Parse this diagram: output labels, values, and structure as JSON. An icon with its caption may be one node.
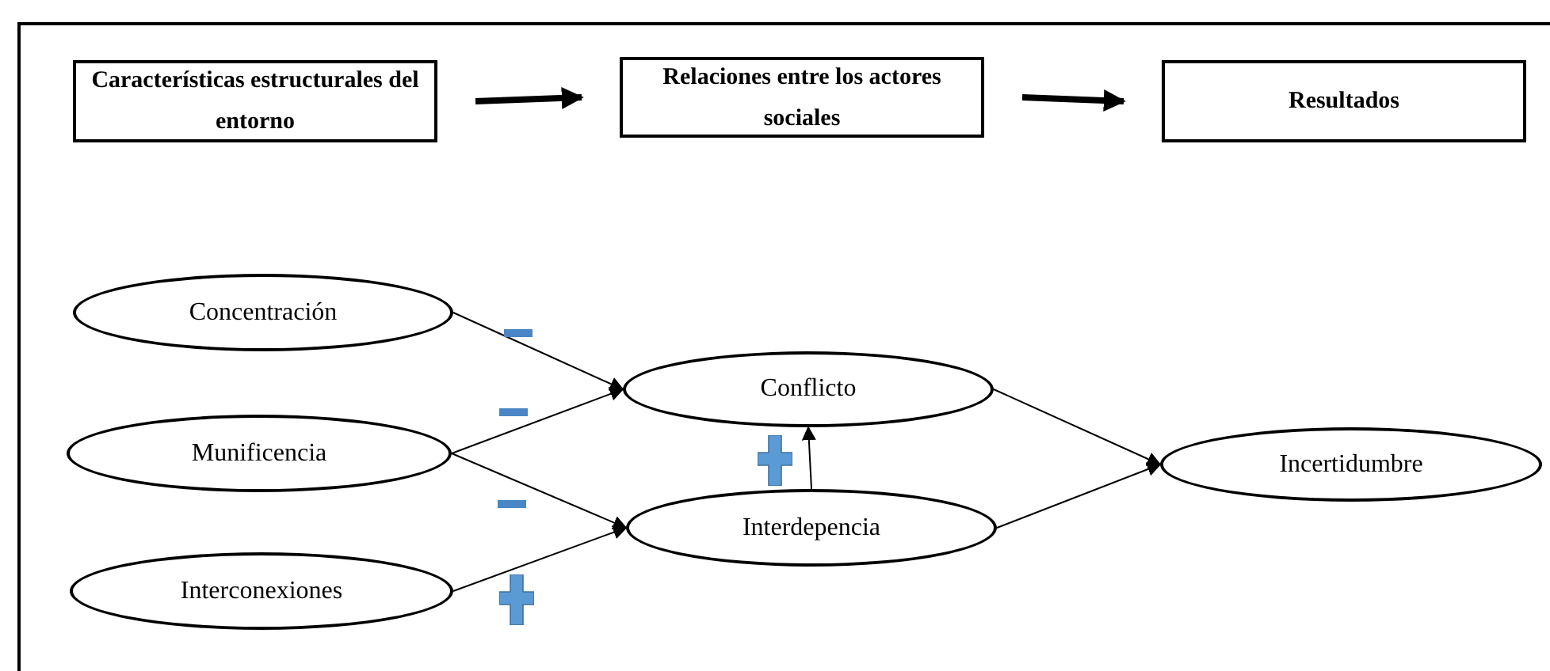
{
  "diagram": {
    "nodes": [
      {
        "text": [
          "Características estructurales del entorno"
        ]
      },
      {
        "text": [
          "Relaciones entre los actores sociales"
        ]
      },
      {
        "text": [
          "Resultados"
        ]
      },
      {
        "text": [
          "Concentración"
        ]
      },
      {
        "text": [
          "Munificencia"
        ]
      },
      {
        "text": [
          "Interconexiones"
        ]
      },
      {
        "text": [
          "Conflicto"
        ]
      },
      {
        "text": [
          "Interdepencia"
        ]
      },
      {
        "text": [
          "Incertidumbre"
        ]
      }
    ],
    "edges": [
      {
        "from": 0,
        "to": 1,
        "arrow": "to",
        "style": "thick"
      },
      {
        "from": 1,
        "to": 2,
        "arrow": "to",
        "style": "thick"
      },
      {
        "from": 3,
        "to": 6,
        "arrow": "to"
      },
      {
        "from": 4,
        "to": 6,
        "arrow": "to"
      },
      {
        "from": 4,
        "to": 7,
        "arrow": "to"
      },
      {
        "from": 5,
        "to": 7,
        "arrow": "to"
      },
      {
        "from": 7,
        "to": 6,
        "arrow": "to"
      },
      {
        "from": 6,
        "to": 8,
        "arrow": "to"
      },
      {
        "from": 7,
        "to": 8,
        "arrow": "to"
      }
    ]
  }
}
